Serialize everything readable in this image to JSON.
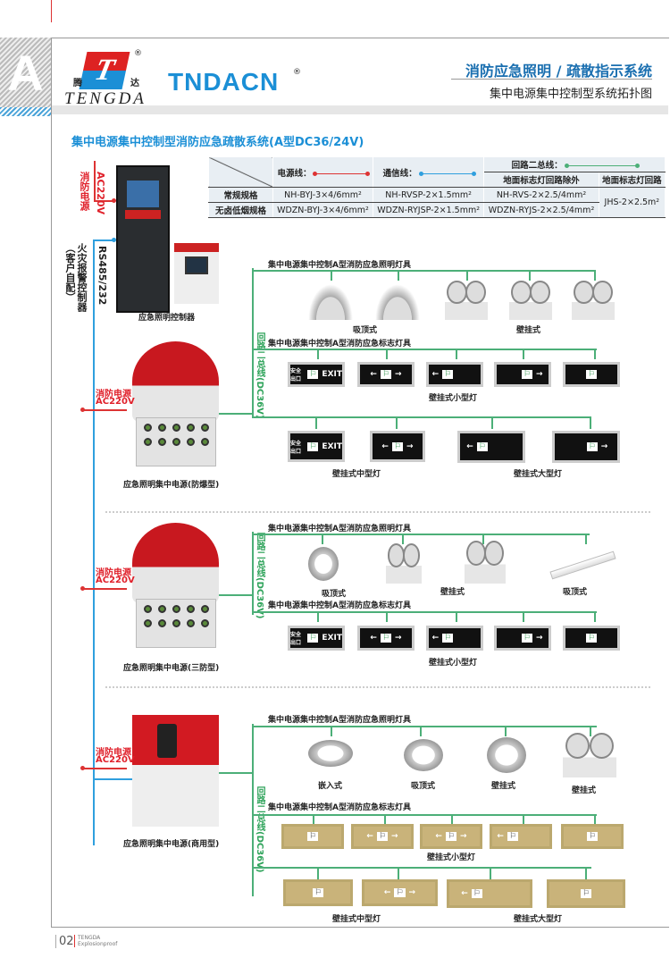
{
  "header": {
    "tab_letter": "A",
    "logo_mark": "T",
    "logo_cn_left": "腾",
    "logo_cn_right": "达",
    "logo_en": "TENGDA",
    "brand": "TNDACN",
    "reg": "®",
    "title": "消防应急照明 / 疏散指示系统",
    "subtitle": "集中电源集中控制型系统拓扑图"
  },
  "system_title": "集中电源集中控制型消防应急疏散系统(A型DC36/24V)",
  "spec_table": {
    "power_line": "电源线：",
    "comm_line": "通信线：",
    "loop_bus": "回路二总线：",
    "col_ground_excl": "地面标志灯回路除外",
    "col_ground": "地面标志灯回路",
    "rows": [
      {
        "label": "常规规格",
        "power": "NH-BYJ-3×4/6mm²",
        "comm": "NH-RVSP-2×1.5mm²",
        "loop": "NH-RVS-2×2.5/4mm²"
      },
      {
        "label": "无卤低烟规格",
        "power": "WDZN-BYJ-3×4/6mm²",
        "comm": "WDZN-RYJSP-2×1.5mm²",
        "loop": "WDZN-RYJS-2×2.5/4mm²"
      }
    ],
    "ground_spec": "JHS-2×2.5m²"
  },
  "colors": {
    "power": "#d33",
    "comm": "#2f9fde",
    "bus": "#4caf78",
    "accent": "#1b8fd6"
  },
  "left": {
    "fire_power": "消防电源",
    "ac": "AC220V",
    "rs": "RS485/232",
    "fire_alarm": "火灾报警控制器",
    "customer": "（客户自配）",
    "controller_label": "应急照明控制器"
  },
  "bus_label": "回路二总线(DC36V)",
  "lighting_row": "集中电源集中控制A型消防应急照明灯具",
  "sign_row": "集中电源集中控制A型消防应急标志灯具",
  "glyphs": {
    "exit": "EXIT",
    "left": "←",
    "right": "→",
    "man": "⚐",
    "safe": "安全出口"
  },
  "sections": [
    {
      "unit_label": "应急照明集中电源(防爆型)",
      "type_labels": [
        "吸顶式",
        "壁挂式",
        "壁挂式小型灯",
        "壁挂式中型灯",
        "壁挂式大型灯"
      ]
    },
    {
      "unit_label": "应急照明集中电源(三防型)",
      "type_labels": [
        "吸顶式",
        "壁挂式",
        "吸顶式",
        "壁挂式小型灯"
      ]
    },
    {
      "unit_label": "应急照明集中电源(商用型)",
      "type_labels": [
        "嵌入式",
        "吸顶式",
        "壁挂式",
        "壁挂式",
        "壁挂式小型灯",
        "壁挂式中型灯",
        "壁挂式大型灯"
      ]
    }
  ],
  "footer": {
    "page": "02",
    "brand": "TENGDA",
    "sub": "Explosionproof"
  }
}
